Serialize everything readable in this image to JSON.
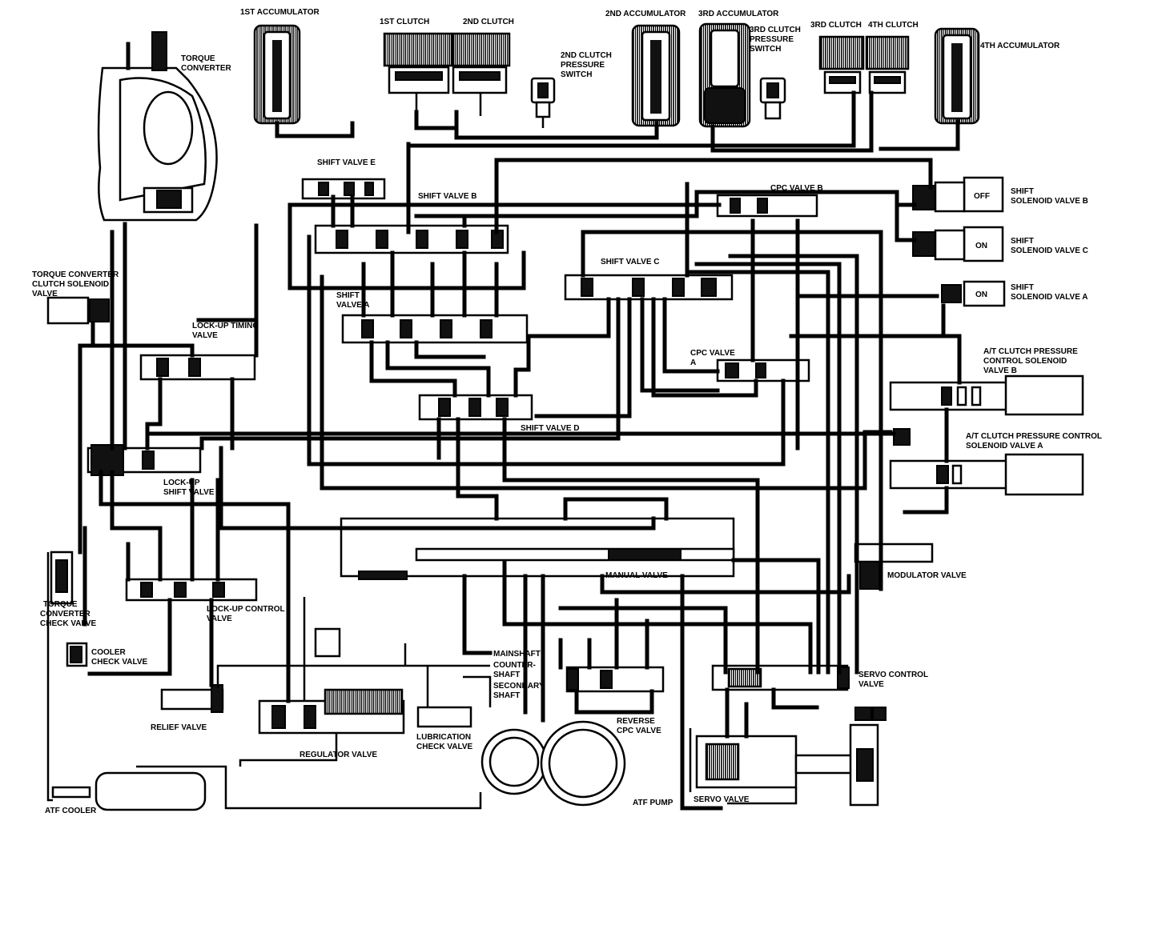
{
  "labels": {
    "accum_1st": "1ST ACCUMULATOR",
    "clutch_1st": "1ST CLUTCH",
    "clutch_2nd": "2ND CLUTCH",
    "sw_2nd_a": "2ND CLUTCH",
    "sw_2nd_b": "PRESSURE",
    "sw_2nd_c": "SWITCH",
    "accum_2nd": "2ND ACCUMULATOR",
    "accum_3rd": "3RD ACCUMULATOR",
    "sw_3rd_a": "3RD CLUTCH",
    "sw_3rd_b": "PRESSURE",
    "sw_3rd_c": "SWITCH",
    "clutch_3rd": "3RD CLUTCH",
    "clutch_4th": "4TH CLUTCH",
    "accum_4th": "4TH ACCUMULATOR",
    "tc_a": "TORQUE",
    "tc_b": "CONVERTER",
    "shift_e": "SHIFT VALVE E",
    "shift_b": "SHIFT VALVE B",
    "cpc_b": "CPC VALVE B",
    "sol_b_a": "SHIFT",
    "sol_b_b": "SOLENOID VALVE B",
    "sol_c_a": "SHIFT",
    "sol_c_b": "SOLENOID VALVE C",
    "sol_a_a": "SHIFT",
    "sol_a_b": "SOLENOID VALVE A",
    "off": "OFF",
    "on_c": "ON",
    "on_a": "ON",
    "shift_c": "SHIFT VALVE C",
    "tccs_a": "TORQUE CONVERTER",
    "tccs_b": "CLUTCH SOLENOID",
    "tccs_c": "VALVE",
    "shift_a_a": "SHIFT",
    "shift_a_b": "VALVE A",
    "lut_a": "LOCK-UP TIMING",
    "lut_b": "VALVE",
    "cpc_a_a": "CPC VALVE",
    "cpc_a_b": "A",
    "atb_a": "A/T CLUTCH PRESSURE",
    "atb_b": "CONTROL SOLENOID",
    "atb_c": "VALVE B",
    "shift_d": "SHIFT VALVE D",
    "ata_a": "A/T CLUTCH PRESSURE CONTROL",
    "ata_b": "SOLENOID VALVE A",
    "lus_a": "LOCK-UP",
    "lus_b": "SHIFT VALVE",
    "manual": "MANUAL VALVE",
    "modulator": "MODULATOR VALVE",
    "tccv_a": "TORQUE",
    "tccv_b": "CONVERTER",
    "tccv_c": "CHECK VALVE",
    "luc_a": "LOCK-UP CONTROL",
    "luc_b": "VALVE",
    "cooler_a": "COOLER",
    "cooler_b": "CHECK VALVE",
    "mainshaft": "MAINSHAFT",
    "counter_a": "COUNTER-",
    "counter_b": "SHAFT",
    "secondary_a": "SECONDARY",
    "secondary_b": "SHAFT",
    "servo_ctl_a": "SERVO CONTROL",
    "servo_ctl_b": "VALVE",
    "relief": "RELIEF VALVE",
    "reverse_a": "REVERSE",
    "reverse_b": "CPC VALVE",
    "regulator": "REGULATOR VALVE",
    "lube_a": "LUBRICATION",
    "lube_b": "CHECK VALVE",
    "servo": "SERVO VALVE",
    "atf_cooler": "ATF COOLER",
    "atf_pump": "ATF PUMP"
  }
}
